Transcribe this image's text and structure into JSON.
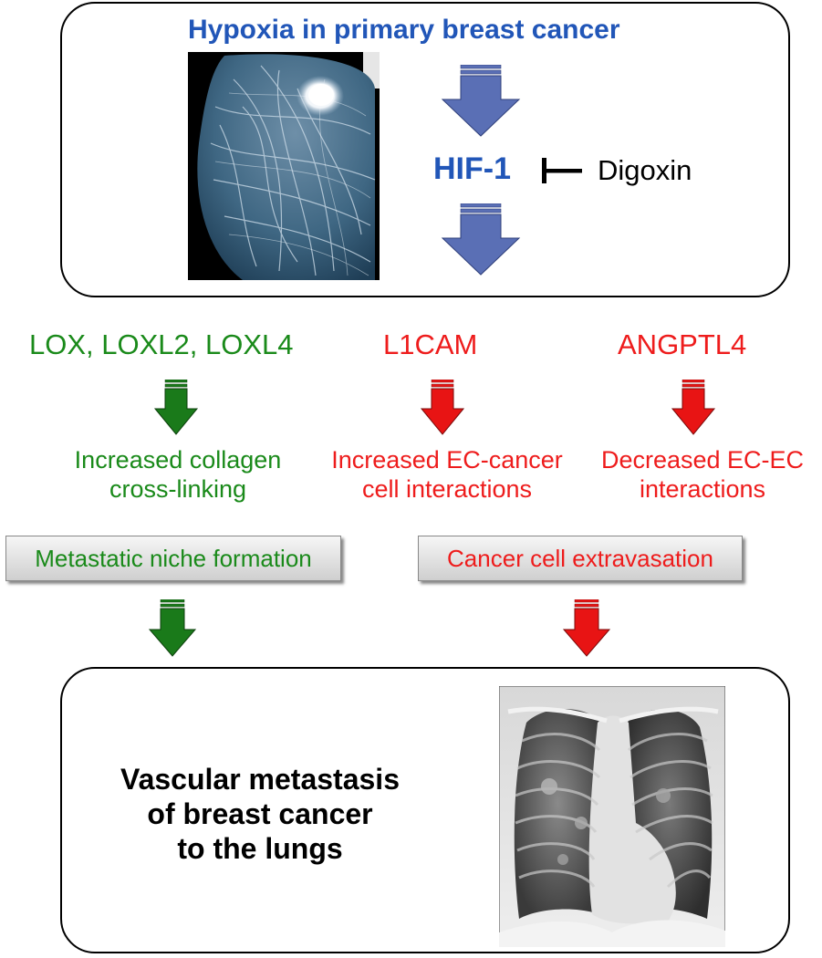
{
  "header": {
    "title": "Hypoxia in primary breast cancer",
    "hif_label": "HIF-1",
    "inhibitor_label": "Digoxin"
  },
  "genes": [
    {
      "label": "LOX, LOXL2, LOXL4",
      "effect_line1": "Increased collagen",
      "effect_line2": "cross-linking",
      "color": "#1a8a1a"
    },
    {
      "label": "L1CAM",
      "effect_line1": "Increased EC-cancer",
      "effect_line2": "cell interactions",
      "color": "#ee1c1c"
    },
    {
      "label": "ANGPTL4",
      "effect_line1": "Decreased EC-EC",
      "effect_line2": "interactions",
      "color": "#ee1c1c"
    }
  ],
  "processes": [
    {
      "label": "Metastatic niche formation",
      "color": "#1a8a1a"
    },
    {
      "label": "Cancer cell extravasation",
      "color": "#ee1c1c"
    }
  ],
  "outcome": {
    "line1": "Vascular metastasis",
    "line2": "of breast cancer",
    "line3": "to the lungs"
  },
  "colors": {
    "title_blue": "#2156b8",
    "arrow_blue": "#5a6fb5",
    "arrow_green": "#1a7a1a",
    "arrow_red": "#e81414"
  },
  "images": [
    {
      "name": "mammogram-image"
    },
    {
      "name": "chest-xray-image"
    }
  ]
}
